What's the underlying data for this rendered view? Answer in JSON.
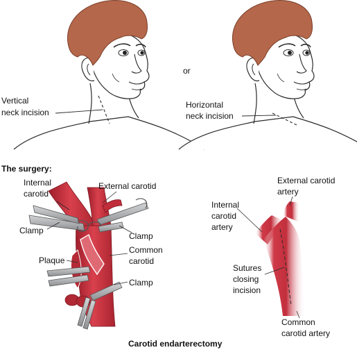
{
  "separator": "or",
  "head_left": {
    "label_line1": "Vertical",
    "label_line2": "neck incision"
  },
  "head_right": {
    "label_line1": "Horizontal",
    "label_line2": "neck incision"
  },
  "surgery": {
    "heading": "The surgery:",
    "labels": {
      "internal_carotid_line1": "Internal",
      "internal_carotid_line2": "carotid",
      "external_carotid": "External carotid",
      "clamp_left": "Clamp",
      "clamp_right_upper": "Clamp",
      "common_carotid_line1": "Common",
      "common_carotid_line2": "carotid",
      "plaque": "Plaque",
      "clamp_right_lower": "Clamp"
    }
  },
  "sutured": {
    "labels": {
      "external_carotid_line1": "External carotid",
      "external_carotid_line2": "artery",
      "internal_carotid_line1": "Internal",
      "internal_carotid_line2": "carotid",
      "internal_carotid_line3": "artery",
      "sutures_line1": "Sutures",
      "sutures_line2": "closing",
      "sutures_line3": "incision",
      "common_carotid_line1": "Common",
      "common_carotid_line2": "carotid artery"
    }
  },
  "caption": "Carotid endarterectomy",
  "colors": {
    "hair": "#b4674a",
    "skin": "#ffffff",
    "artery": "#c8323f",
    "artery_dark": "#9e1f2b",
    "artery_light": "#e05a66",
    "clamp": "#a9abae",
    "clamp_dark": "#6d6f72",
    "line": "#2a2a2a"
  }
}
